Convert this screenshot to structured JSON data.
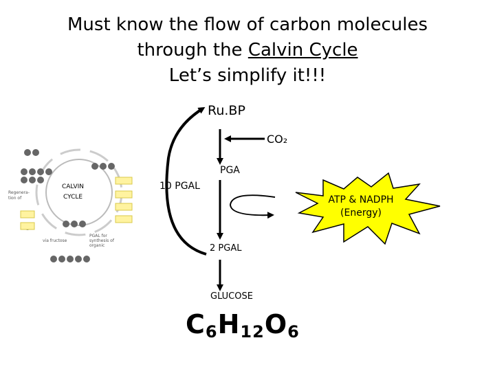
{
  "title": {
    "line1": "Must know the flow of carbon molecules",
    "line2_prefix": "through the ",
    "line2_underlined": "Calvin Cycle",
    "line3": "Let’s simplify it!!!"
  },
  "labels": {
    "rubp": "Ru.BP",
    "co2": "CO₂",
    "pga": "PGA",
    "pgal10": "10 PGAL",
    "pgal2": "2 PGAL",
    "glucose": "GLUCOSE"
  },
  "energy": {
    "line1": "ATP & NADPH",
    "line2": "(Energy)"
  },
  "formula": {
    "c": "C",
    "c_sub": "6",
    "h": "H",
    "h_sub": "12",
    "o": "O",
    "o_sub": "6"
  },
  "thumbnail": {
    "center_line1": "CALVIN",
    "center_line2": "CYCLE"
  },
  "colors": {
    "star_fill": "#ffff00",
    "star_stroke": "#000000",
    "arrow": "#000000"
  }
}
